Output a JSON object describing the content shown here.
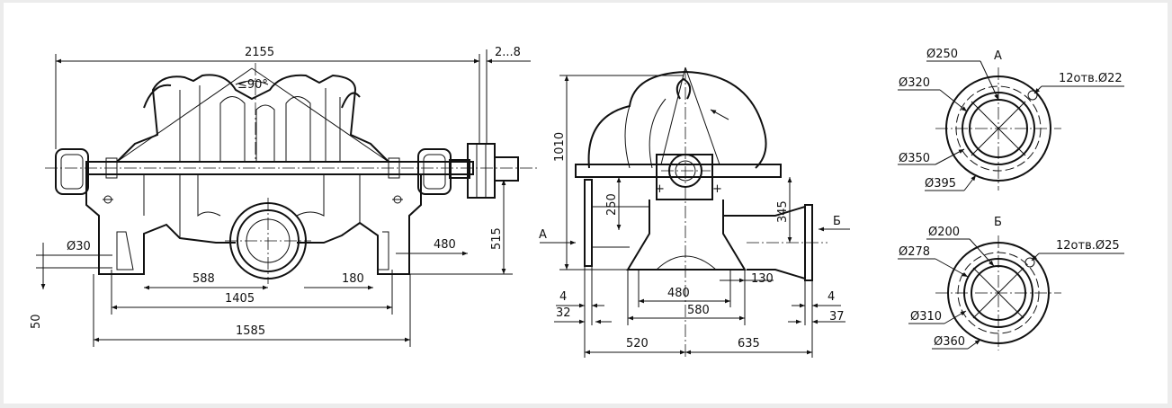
{
  "front_view": {
    "dims": {
      "overall_length": "2155",
      "coupling_gap": "2...8",
      "angle": "≤90°",
      "hole_dia": "Ø30",
      "d480": "480",
      "d515": "515",
      "d588": "588",
      "d180": "180",
      "d1405": "1405",
      "d1585": "1585",
      "d50": "50"
    }
  },
  "side_view": {
    "dims": {
      "height": "1010",
      "d250": "250",
      "d345": "345",
      "d130": "130",
      "d480": "480",
      "d580": "580",
      "d4_left": "4",
      "d32": "32",
      "d4_right": "4",
      "d37": "37",
      "d520": "520",
      "d635": "635"
    },
    "labels": {
      "view_a": "A",
      "view_b": "Б"
    }
  },
  "flange_a": {
    "title": "A",
    "d_inner": "Ø250",
    "d_raised": "Ø320",
    "d_bolt": "Ø350",
    "d_outer": "Ø395",
    "holes": "12отв.Ø22"
  },
  "flange_b": {
    "title": "Б",
    "d_inner": "Ø200",
    "d_raised": "Ø278",
    "d_bolt": "Ø310",
    "d_outer": "Ø360",
    "holes": "12отв.Ø25"
  }
}
